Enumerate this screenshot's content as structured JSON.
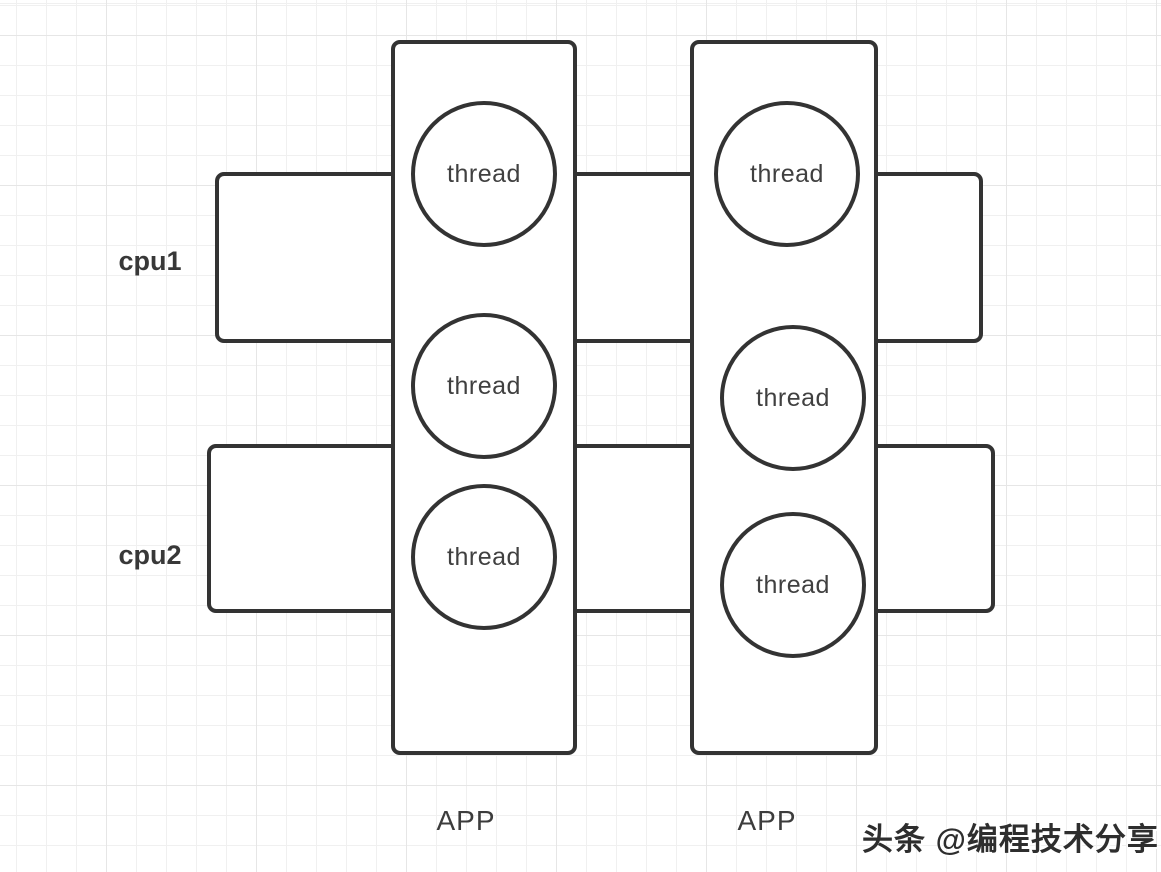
{
  "diagram": {
    "title_hint": "two multi-threaded APP processes scheduled across two CPUs",
    "cpus": [
      {
        "label": "cpu1"
      },
      {
        "label": "cpu2"
      }
    ],
    "apps": [
      {
        "label": "APP",
        "threads": [
          "thread",
          "thread",
          "thread"
        ]
      },
      {
        "label": "APP",
        "threads": [
          "thread",
          "thread",
          "thread"
        ]
      }
    ],
    "watermark": "头条 @编程技术分享",
    "colors": {
      "stroke": "#333333",
      "fill": "#ffffff",
      "text": "#404040",
      "grid_minor": "#f0f0f0",
      "grid_major": "#e6e6e6",
      "background": "#ffffff"
    }
  }
}
